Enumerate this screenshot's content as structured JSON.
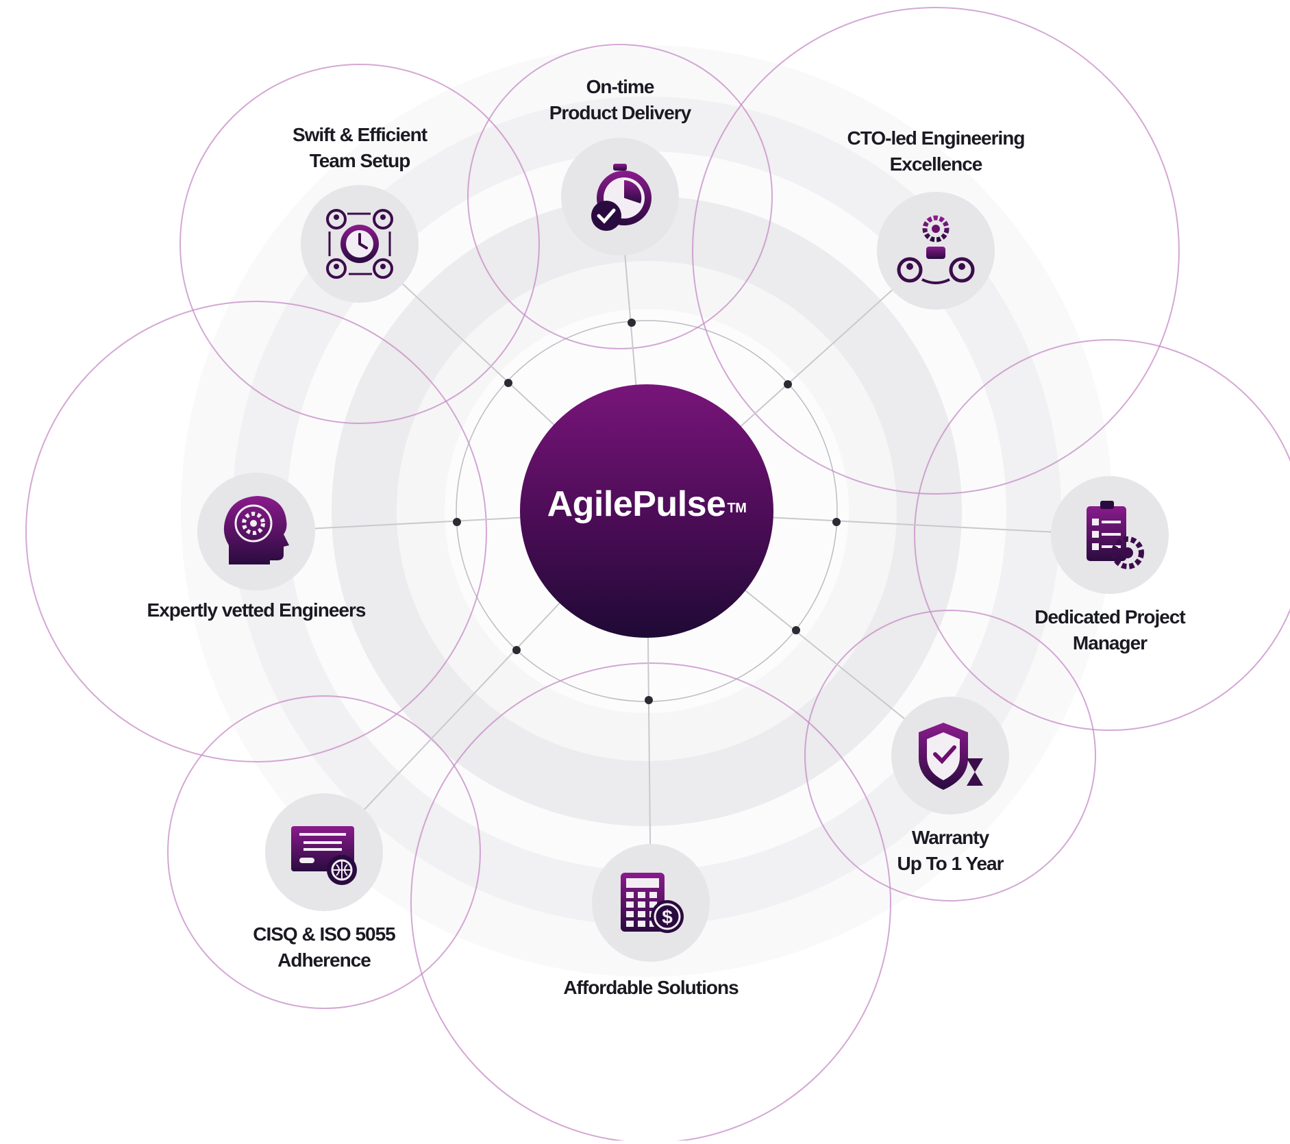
{
  "hub": {
    "title": "AgilePulse",
    "mark": "TM"
  },
  "colors": {
    "accent": "#6b0f6e",
    "accent_dark": "#2a0a3a",
    "ring": "#e8e6ea",
    "satellite_ring": "#c58ac6"
  },
  "features": [
    {
      "lines": [
        "On-time",
        "Product Delivery"
      ],
      "icon": "stopwatch-check-icon"
    },
    {
      "lines": [
        "CTO-led Engineering",
        "Excellence"
      ],
      "icon": "team-gear-chat-icon"
    },
    {
      "lines": [
        "Dedicated Project",
        "Manager"
      ],
      "icon": "clipboard-gear-icon"
    },
    {
      "lines": [
        "Warranty",
        "Up To 1 Year"
      ],
      "icon": "shield-hourglass-icon"
    },
    {
      "lines": [
        "Affordable Solutions"
      ],
      "icon": "calculator-dollar-icon"
    },
    {
      "lines": [
        "CISQ & ISO 5055",
        "Adherence"
      ],
      "icon": "certificate-globe-icon"
    },
    {
      "lines": [
        "Expertly vetted Engineers"
      ],
      "icon": "head-brain-gear-icon"
    },
    {
      "lines": [
        "Swift & Efficient",
        "Team Setup"
      ],
      "icon": "team-clock-cycle-icon"
    }
  ]
}
